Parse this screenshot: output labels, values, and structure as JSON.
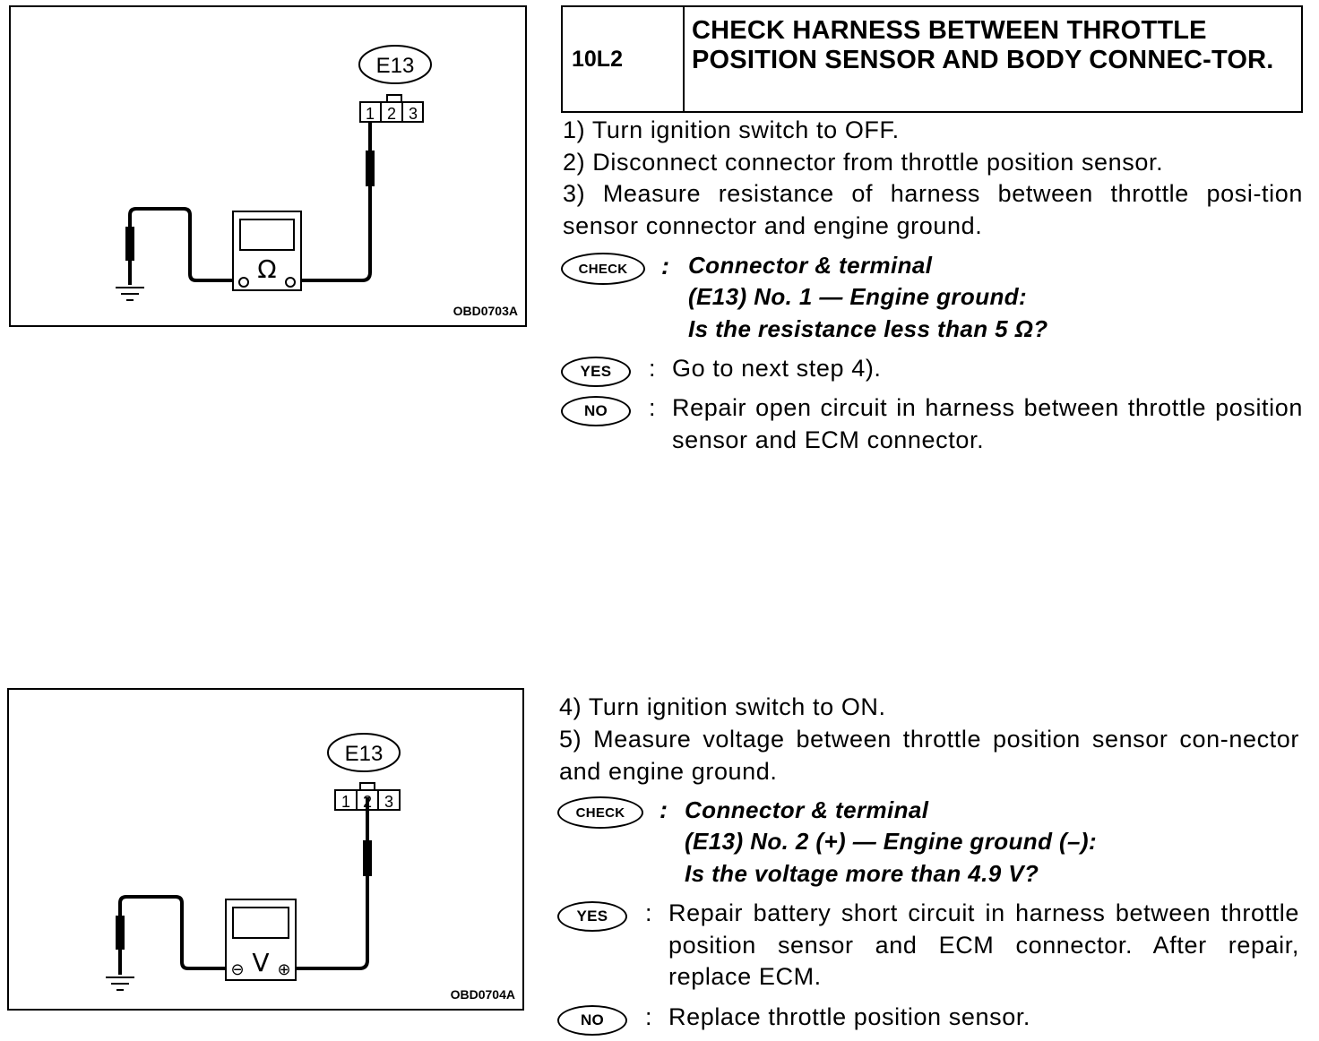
{
  "figure1": {
    "connector_label": "E13",
    "pins": [
      "1",
      "2",
      "3"
    ],
    "meter_symbol": "Ω",
    "code": "OBD0703A"
  },
  "figure2": {
    "connector_label": "E13",
    "pins": [
      "1",
      "2",
      "3"
    ],
    "meter_symbol": "V",
    "minus": "⊖",
    "plus": "⊕",
    "code": "OBD0704A"
  },
  "step": {
    "code": "10L2",
    "title": "CHECK HARNESS BETWEEN THROTTLE POSITION SENSOR AND BODY CONNEC-TOR."
  },
  "part1": {
    "instructions": [
      "1)  Turn ignition switch to OFF.",
      "2)  Disconnect connector from throttle position sensor.",
      "3)  Measure resistance of harness between throttle posi-tion sensor connector and engine ground."
    ],
    "check_badge": "CHECK",
    "check_lines": [
      "Connector & terminal",
      "(E13) No. 1 — Engine ground:",
      "Is the resistance less than 5 Ω?"
    ],
    "yes_badge": "YES",
    "yes_text": "Go to next step 4).",
    "no_badge": "NO",
    "no_text": "Repair open circuit in harness between throttle position sensor and ECM connector."
  },
  "part2": {
    "instructions": [
      "4)  Turn ignition switch to ON.",
      "5)  Measure voltage between throttle position sensor con-nector and engine ground."
    ],
    "check_badge": "CHECK",
    "check_lines": [
      "Connector & terminal",
      "(E13) No. 2 (+) — Engine ground (–):",
      "Is the voltage more than 4.9 V?"
    ],
    "yes_badge": "YES",
    "yes_text": "Repair battery short circuit in harness between throttle position sensor and ECM connector. After repair, replace ECM.",
    "no_badge": "NO",
    "no_text": "Replace throttle position sensor."
  }
}
